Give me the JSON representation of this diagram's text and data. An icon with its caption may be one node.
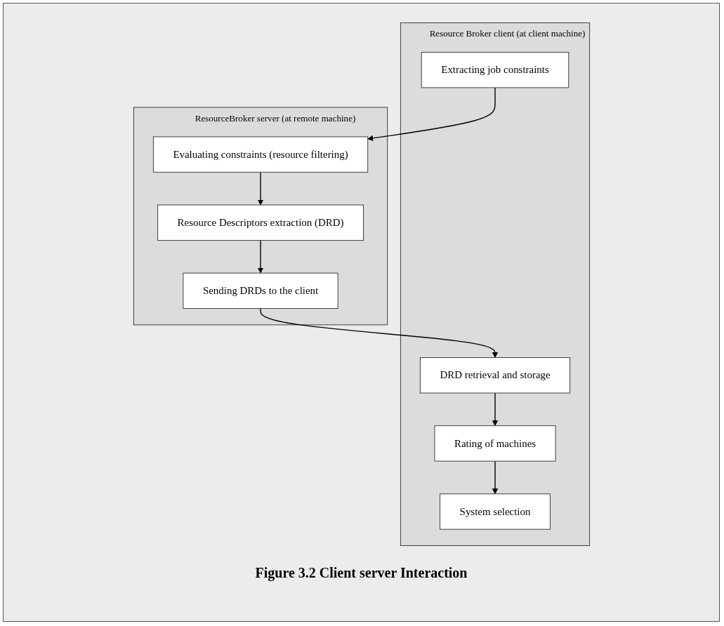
{
  "diagram": {
    "caption": "Figure 3.2 Client server Interaction",
    "nodes": [
      {
        "text": [
          "Resource Broker client (at client machine)"
        ]
      },
      {
        "text": [
          "Extracting job constraints"
        ],
        "in": 0
      },
      {
        "text": [
          "DRD retrieval and storage"
        ],
        "in": 0
      },
      {
        "text": [
          "Rating of machines"
        ],
        "in": 0
      },
      {
        "text": [
          "System selection"
        ],
        "in": 0
      },
      {
        "text": [
          "ResourceBroker server (at remote machine)"
        ]
      },
      {
        "text": [
          "Evaluating constraints (resource filtering)"
        ],
        "in": 5
      },
      {
        "text": [
          "Resource Descriptors extraction (DRD)"
        ],
        "in": 5
      },
      {
        "text": [
          "Sending DRDs to the client"
        ],
        "in": 5
      }
    ],
    "edges": [
      {
        "from": 1,
        "to": 6,
        "arrow": "to"
      },
      {
        "from": 6,
        "to": 7,
        "arrow": "to"
      },
      {
        "from": 7,
        "to": 8,
        "arrow": "to"
      },
      {
        "from": 8,
        "to": 2,
        "arrow": "to"
      },
      {
        "from": 2,
        "to": 3,
        "arrow": "to"
      },
      {
        "from": 3,
        "to": 4,
        "arrow": "to"
      }
    ]
  }
}
